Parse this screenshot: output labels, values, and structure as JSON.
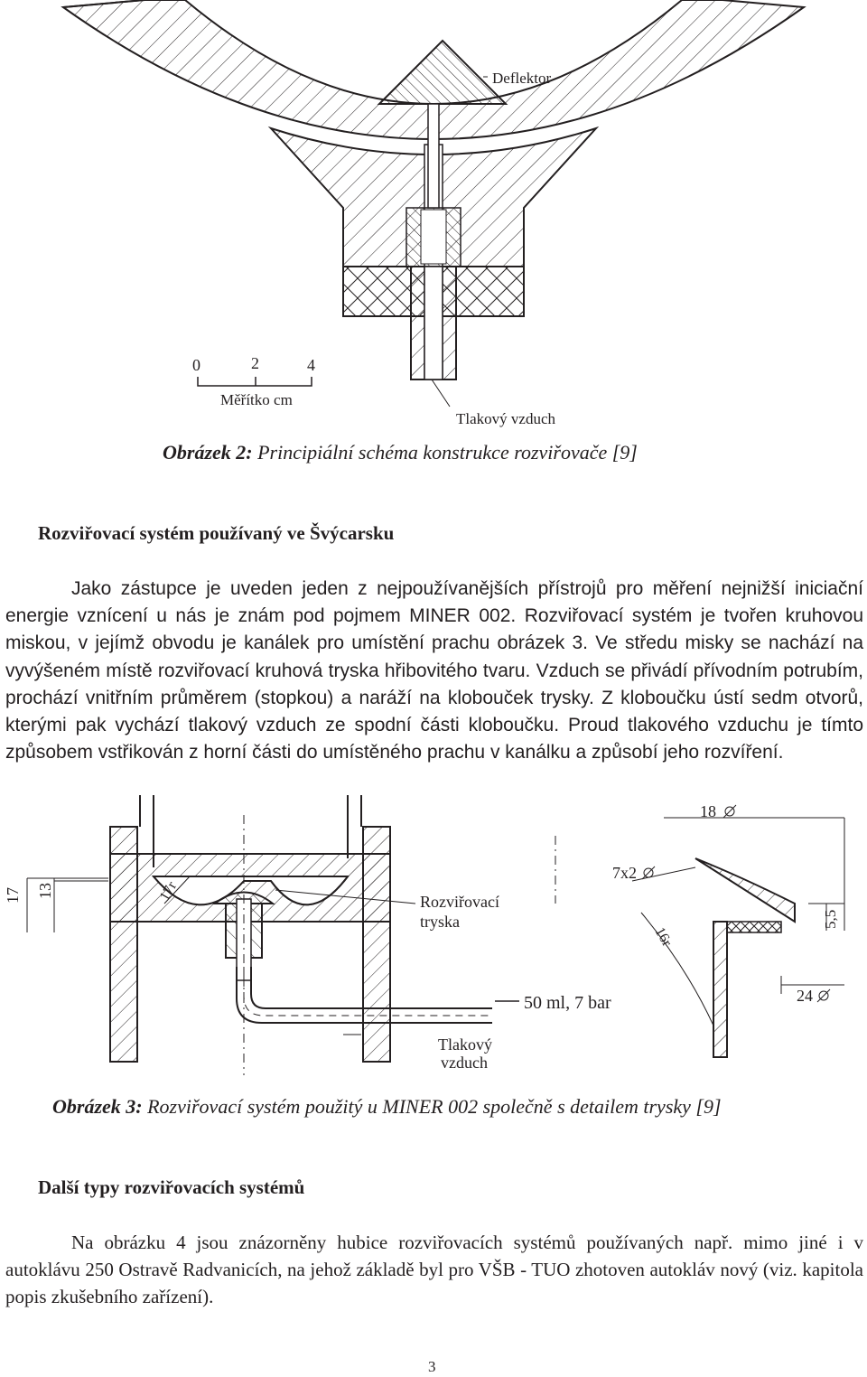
{
  "figure2": {
    "label_deflektor": "Deflektor",
    "scale_ticks": [
      "0",
      "2",
      "4"
    ],
    "scale_label": "Měřítko cm",
    "label_air": "Tlakový vzduch",
    "caption_bold": "Obrázek 2:",
    "caption_text": " Principiální schéma konstrukce rozviřovače [9]"
  },
  "section1": {
    "heading": "Rozviřovací systém používaný ve Švýcarsku",
    "paragraph": "Jako zástupce je uveden jeden z nejpoužívanějších přístrojů pro měření nejnižší iniciační energie vznícení u nás je znám pod pojmem MINER 002. Rozviřovací systém je tvořen kruhovou miskou, v jejímž obvodu je kanálek pro umístění prachu obrázek 3. Ve středu misky se nachází na vyvýšeném místě rozviřovací kruhová tryska hřibovitého tvaru. Vzduch se přivádí přívodním potrubím, prochází vnitřním průměrem (stopkou) a naráží na klobouček trysky. Z kloboučku ústí sedm otvorů, kterými pak vychází tlakový vzduch ze spodní části kloboučku. Proud tlakového vzduchu je tímto způsobem vstřikován z horní části do umístěného prachu v kanálku a způsobí jeho rozvíření."
  },
  "figure3": {
    "dim_17": "17",
    "dim_13": "13",
    "dim_17r": "17r",
    "label_nozzle_line1": "Rozviřovací",
    "label_nozzle_line2": "tryska",
    "label_air_line1": "Tlakový",
    "label_air_line2": "vzduch",
    "label_volume": "50 ml, 7 bar",
    "dim_18": "18",
    "dim_7x2": "7x2",
    "dim_16r": "16r",
    "dim_5_5": "5,5",
    "dim_24": "24",
    "caption_bold": "Obrázek 3:",
    "caption_text": " Rozviřovací systém použitý u MINER 002 společně s detailem trysky [9]"
  },
  "section2": {
    "heading": "Další typy rozviřovacích systémů",
    "paragraph": "Na obrázku 4 jsou znázorněny hubice rozviřovacích systémů používaných např. mimo jiné i v autoklávu 250 Ostravě Radvanicích, na jehož základě byl pro VŠB - TUO zhotoven autokláv nový (viz. kapitola popis zkušebního zařízení)."
  },
  "page_number": "3"
}
